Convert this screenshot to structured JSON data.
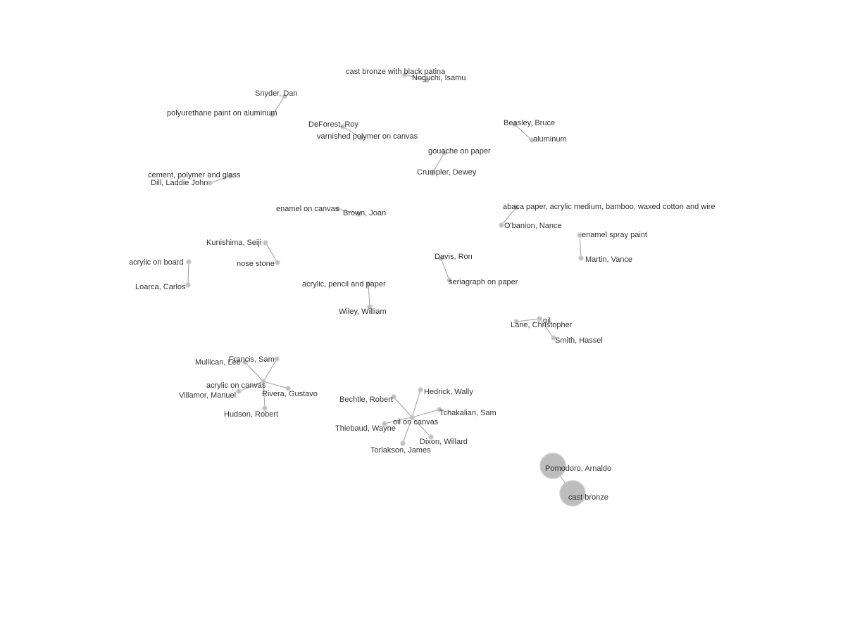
{
  "graph": {
    "nodes": [
      {
        "id": "n_castbronze_black",
        "label": "cast bronze with black patina",
        "kind": "medium"
      },
      {
        "id": "n_noguchi",
        "label": "Noguchi, Isamu",
        "kind": "artist"
      },
      {
        "id": "n_snyder",
        "label": "Snyder, Dan",
        "kind": "artist"
      },
      {
        "id": "n_polyurethane",
        "label": "polyurethane paint on aluminum",
        "kind": "medium"
      },
      {
        "id": "n_deforest",
        "label": "DeForest, Roy",
        "kind": "artist"
      },
      {
        "id": "n_varnished",
        "label": "varnished polymer on canvas",
        "kind": "medium"
      },
      {
        "id": "n_beasley",
        "label": "Beasley, Bruce",
        "kind": "artist"
      },
      {
        "id": "n_aluminum",
        "label": "aluminum",
        "kind": "medium"
      },
      {
        "id": "n_gouache",
        "label": "gouache on paper",
        "kind": "medium"
      },
      {
        "id": "n_crumpler",
        "label": "Crumpler, Dewey",
        "kind": "artist"
      },
      {
        "id": "n_cement",
        "label": "cement, polymer and glass",
        "kind": "medium"
      },
      {
        "id": "n_dill",
        "label": "Dill, Laddie John",
        "kind": "artist"
      },
      {
        "id": "n_abaca",
        "label": "abaca paper, acrylic medium, bamboo, waxed cotton and wire",
        "kind": "medium"
      },
      {
        "id": "n_obanion",
        "label": "O'banion, Nance",
        "kind": "artist"
      },
      {
        "id": "n_enamel_canvas",
        "label": "enamel on canvas",
        "kind": "medium"
      },
      {
        "id": "n_brown",
        "label": "Brown, Joan",
        "kind": "artist"
      },
      {
        "id": "n_enamel_spray",
        "label": "enamel spray paint",
        "kind": "medium"
      },
      {
        "id": "n_martin",
        "label": "Martin, Vance",
        "kind": "artist"
      },
      {
        "id": "n_kunishima",
        "label": "Kunishima, Seiji",
        "kind": "artist"
      },
      {
        "id": "n_nosestone",
        "label": "nose stone",
        "kind": "medium"
      },
      {
        "id": "n_acrylic_board",
        "label": "acrylic on board",
        "kind": "medium"
      },
      {
        "id": "n_loarca",
        "label": "Loarca, Carlos",
        "kind": "artist"
      },
      {
        "id": "n_davis",
        "label": "Davis, Ron",
        "kind": "artist"
      },
      {
        "id": "n_seriagraph",
        "label": "seriagraph on paper",
        "kind": "medium"
      },
      {
        "id": "n_acrylic_pencil",
        "label": "acrylic, pencil and paper",
        "kind": "medium"
      },
      {
        "id": "n_wiley",
        "label": "Wiley, William",
        "kind": "artist"
      },
      {
        "id": "n_lane",
        "label": "Lane, Christopher",
        "kind": "artist"
      },
      {
        "id": "n_oil",
        "label": "oil",
        "kind": "medium"
      },
      {
        "id": "n_smith",
        "label": "Smith, Hassel",
        "kind": "artist"
      },
      {
        "id": "n_acrylic_canvas",
        "label": "acrylic on canvas",
        "kind": "medium"
      },
      {
        "id": "n_francis",
        "label": "Francis, Sam",
        "kind": "artist"
      },
      {
        "id": "n_mullican",
        "label": "Mullican, Lee",
        "kind": "artist"
      },
      {
        "id": "n_villamor",
        "label": "Villamor, Manuel",
        "kind": "artist"
      },
      {
        "id": "n_rivera",
        "label": "Rivera, Gustavo",
        "kind": "artist"
      },
      {
        "id": "n_hudson",
        "label": "Hudson, Robert",
        "kind": "artist"
      },
      {
        "id": "n_oil_canvas",
        "label": "oil on canvas",
        "kind": "medium"
      },
      {
        "id": "n_hedrick",
        "label": "Hedrick, Wally",
        "kind": "artist"
      },
      {
        "id": "n_bechtle",
        "label": "Bechtle, Robert",
        "kind": "artist"
      },
      {
        "id": "n_tchakalian",
        "label": "Tchakalian, Sam",
        "kind": "artist"
      },
      {
        "id": "n_thiebaud",
        "label": "Thiebaud, Wayne",
        "kind": "artist"
      },
      {
        "id": "n_dixon",
        "label": "Dixon, Willard",
        "kind": "artist"
      },
      {
        "id": "n_torlakson",
        "label": "Torlakson, James",
        "kind": "artist"
      },
      {
        "id": "n_pomodoro",
        "label": "Pomodoro, Arnaldo",
        "kind": "artist"
      },
      {
        "id": "n_castbronze",
        "label": "cast bronze",
        "kind": "medium"
      }
    ],
    "links": [
      [
        "n_castbronze_black",
        "n_noguchi"
      ],
      [
        "n_snyder",
        "n_polyurethane"
      ],
      [
        "n_deforest",
        "n_varnished"
      ],
      [
        "n_beasley",
        "n_aluminum"
      ],
      [
        "n_gouache",
        "n_crumpler"
      ],
      [
        "n_cement",
        "n_dill"
      ],
      [
        "n_abaca",
        "n_obanion"
      ],
      [
        "n_enamel_canvas",
        "n_brown"
      ],
      [
        "n_enamel_spray",
        "n_martin"
      ],
      [
        "n_kunishima",
        "n_nosestone"
      ],
      [
        "n_acrylic_board",
        "n_loarca"
      ],
      [
        "n_davis",
        "n_seriagraph"
      ],
      [
        "n_acrylic_pencil",
        "n_wiley"
      ],
      [
        "n_lane",
        "n_oil"
      ],
      [
        "n_oil",
        "n_smith"
      ],
      [
        "n_acrylic_canvas",
        "n_francis"
      ],
      [
        "n_acrylic_canvas",
        "n_mullican"
      ],
      [
        "n_acrylic_canvas",
        "n_villamor"
      ],
      [
        "n_acrylic_canvas",
        "n_rivera"
      ],
      [
        "n_acrylic_canvas",
        "n_hudson"
      ],
      [
        "n_oil_canvas",
        "n_hedrick"
      ],
      [
        "n_oil_canvas",
        "n_bechtle"
      ],
      [
        "n_oil_canvas",
        "n_tchakalian"
      ],
      [
        "n_oil_canvas",
        "n_thiebaud"
      ],
      [
        "n_oil_canvas",
        "n_dixon"
      ],
      [
        "n_oil_canvas",
        "n_torlakson"
      ],
      [
        "n_pomodoro",
        "n_castbronze"
      ]
    ],
    "colors": {
      "node_fill": "#bdbdbd",
      "node_stroke": "#cfcfcf",
      "link": "#9e9e9e",
      "label": "#333333",
      "background": "#ffffff"
    }
  }
}
